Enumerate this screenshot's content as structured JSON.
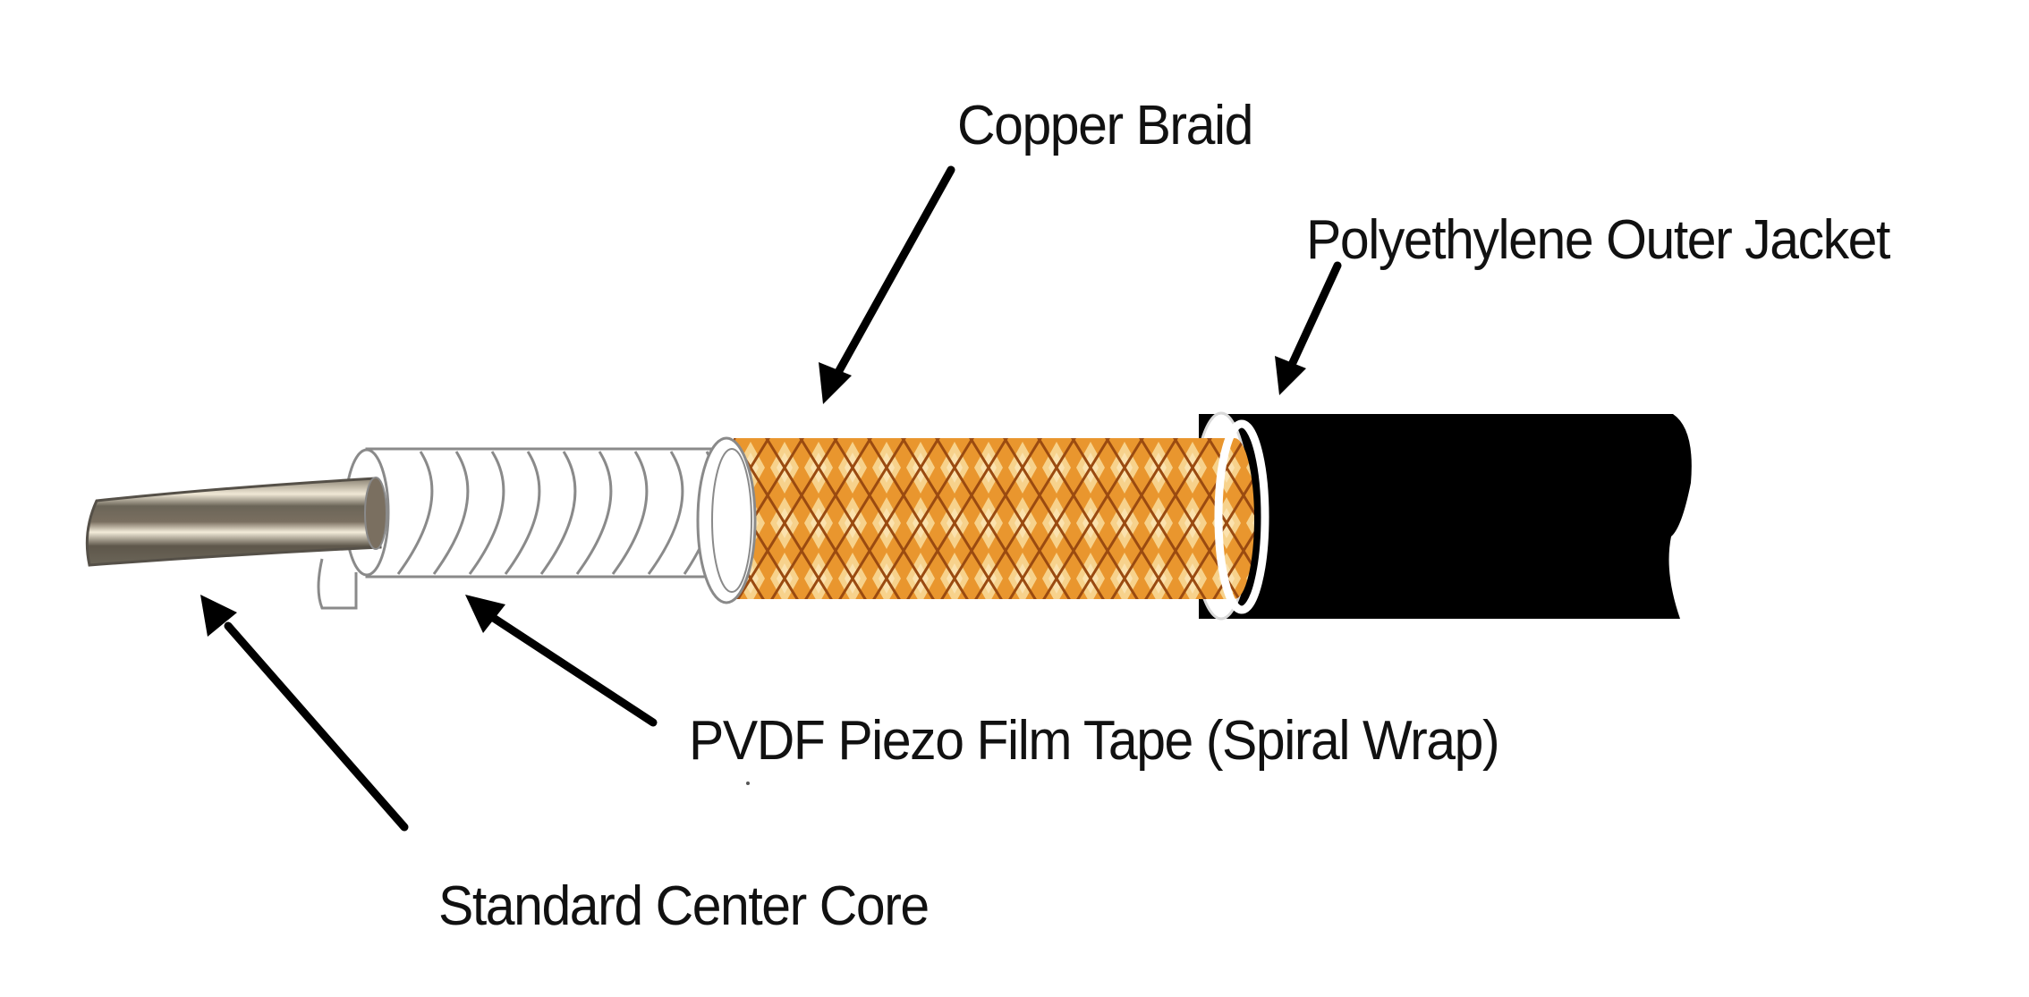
{
  "title": "Piezo coaxial cable cross-section diagram",
  "labels": {
    "copper_braid": "Copper Braid",
    "outer_jacket": "Polyethylene Outer Jacket",
    "pvdf_tape": "PVDF Piezo Film Tape (Spiral Wrap)",
    "center_core": "Standard Center Core"
  },
  "layers": [
    {
      "id": "center_core",
      "name": "Standard Center Core",
      "color": "#6b6558",
      "highlight": "#f0e8d6"
    },
    {
      "id": "pvdf_tape",
      "name": "PVDF Piezo Film Tape (Spiral Wrap)",
      "color": "#ffffff",
      "line": "#8a8a8a"
    },
    {
      "id": "copper_braid",
      "name": "Copper Braid",
      "color": "#e9962e",
      "light": "#f7d28c",
      "line": "#9a4a10"
    },
    {
      "id": "outer_jacket",
      "name": "Polyethylene Outer Jacket",
      "color": "#000000"
    }
  ],
  "colors": {
    "background": "#ffffff",
    "text": "#111111",
    "arrow": "#000000"
  }
}
